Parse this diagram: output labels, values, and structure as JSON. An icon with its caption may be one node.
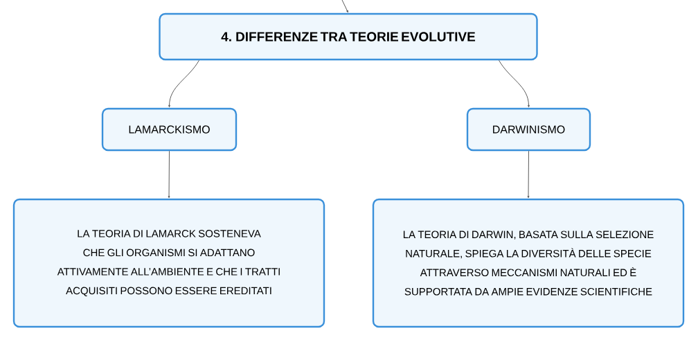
{
  "diagram": {
    "nodes": [
      {
        "text": [
          "4. DIFFERENZE TRA TEORIE EVOLUTIVE"
        ]
      },
      {
        "text": [
          "LAMARCKISMO"
        ]
      },
      {
        "text": [
          "DARWINISMO"
        ]
      },
      {
        "text": [
          "LA TEORIA DI LAMARCK SOSTENEVA CHE GLI ORGANISMI SI ADATTANO ATTIVAMENTE ALL’AMBIENTE E CHE I TRATTI ACQUISITI POSSONO ESSERE EREDITATI"
        ]
      },
      {
        "text": [
          "LA TEORIA DI DARWIN, BASATA SULLA SELEZIONE NATURALE, SPIEGA LA DIVERSITÀ DELLE SPECIE ATTRAVERSO MECCANISMI NATURALI ED È SUPPORTATA DA AMPIE EVIDENZE SCIENTIFICHE"
        ]
      }
    ],
    "edges": [
      {
        "from": null,
        "to": 0,
        "arrow": "to"
      },
      {
        "from": 0,
        "to": 1,
        "arrow": "to"
      },
      {
        "from": 0,
        "to": 2,
        "arrow": "to"
      },
      {
        "from": 1,
        "to": 3,
        "arrow": "to"
      },
      {
        "from": 2,
        "to": 4,
        "arrow": "to"
      }
    ]
  }
}
